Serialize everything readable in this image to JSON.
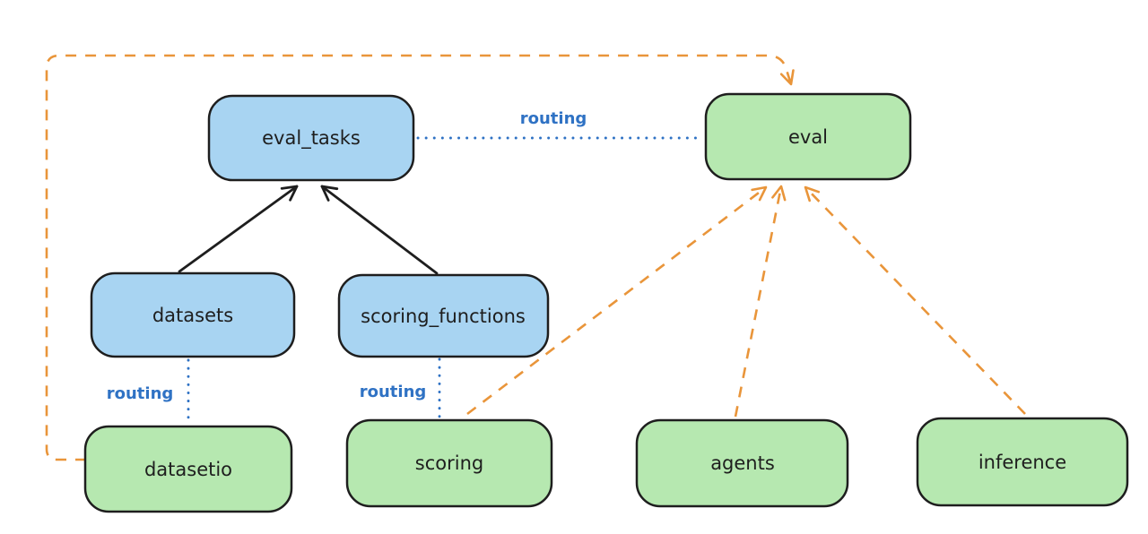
{
  "diagram": {
    "kind": "architecture-flowchart",
    "background": "#ffffff",
    "colors": {
      "blue_fill": "#a8d4f2",
      "green_fill": "#b6e8b0",
      "node_stroke": "#1e1e1e",
      "solid_arrow_black": "#1e1e1e",
      "dashed_arrow_orange": "#e9953a",
      "routing_blue": "#2f72c4"
    },
    "nodes": {
      "eval_tasks": {
        "label": "eval_tasks",
        "color": "blue"
      },
      "eval": {
        "label": "eval",
        "color": "green"
      },
      "datasets": {
        "label": "datasets",
        "color": "blue"
      },
      "scoring_functions": {
        "label": "scoring_functions",
        "color": "blue"
      },
      "datasetio": {
        "label": "datasetio",
        "color": "green"
      },
      "scoring": {
        "label": "scoring",
        "color": "green"
      },
      "agents": {
        "label": "agents",
        "color": "green"
      },
      "inference": {
        "label": "inference",
        "color": "green"
      }
    },
    "edges": [
      {
        "from": "datasets",
        "to": "eval_tasks",
        "style": "solid",
        "arrow": true,
        "color": "black"
      },
      {
        "from": "scoring_functions",
        "to": "eval_tasks",
        "style": "solid",
        "arrow": true,
        "color": "black"
      },
      {
        "from": "eval_tasks",
        "to": "eval",
        "style": "dotted",
        "arrow": false,
        "color": "blue",
        "label": "routing"
      },
      {
        "from": "datasets",
        "to": "datasetio",
        "style": "dotted",
        "arrow": false,
        "color": "blue",
        "label": "routing"
      },
      {
        "from": "scoring_functions",
        "to": "scoring",
        "style": "dotted",
        "arrow": false,
        "color": "blue",
        "label": "routing"
      },
      {
        "from": "datasetio",
        "to": "eval",
        "style": "dashed",
        "arrow": true,
        "color": "orange"
      },
      {
        "from": "scoring",
        "to": "eval",
        "style": "dashed",
        "arrow": true,
        "color": "orange"
      },
      {
        "from": "agents",
        "to": "eval",
        "style": "dashed",
        "arrow": true,
        "color": "orange"
      },
      {
        "from": "inference",
        "to": "eval",
        "style": "dashed",
        "arrow": true,
        "color": "orange"
      }
    ]
  }
}
